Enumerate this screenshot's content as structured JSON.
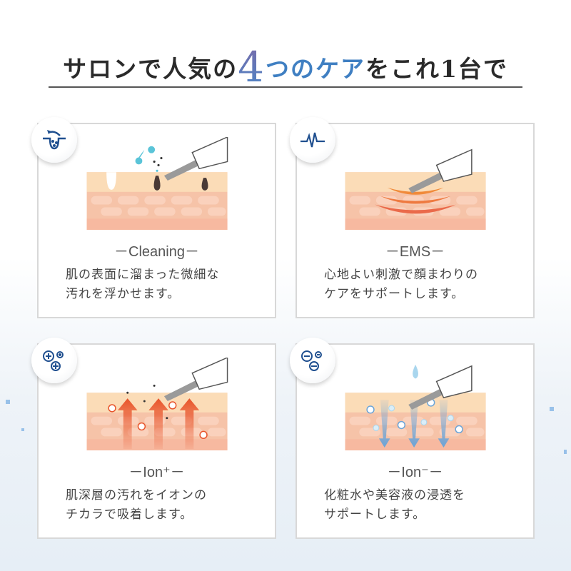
{
  "header": {
    "title_part1": "サロンで人気の",
    "title_number": "4",
    "title_part2": "つのケア",
    "title_part3": "をこれ1台で"
  },
  "cards": [
    {
      "icon": "cleaning-pore-icon",
      "label": "－Cleaning－",
      "desc_line1": "肌の表面に溜まった微細な",
      "desc_line2": "汚れを浮かせます。"
    },
    {
      "icon": "ems-pulse-icon",
      "label": "－EMS－",
      "desc_line1": "心地よい刺激で顔まわりの",
      "desc_line2": "ケアをサポートします。"
    },
    {
      "icon": "ion-plus-icon",
      "label": "－Ion⁺－",
      "desc_line1": "肌深層の汚れをイオンの",
      "desc_line2": "チカラで吸着します。"
    },
    {
      "icon": "ion-minus-icon",
      "label": "－Ion⁻－",
      "desc_line1": "化粧水や美容液の浸透を",
      "desc_line2": "サポートします。"
    }
  ],
  "colors": {
    "icon_blue": "#1f4f8f",
    "title_blue": "#3f7fc2",
    "ion_plus": "#e8532a",
    "ion_minus": "#6aa4d8"
  }
}
